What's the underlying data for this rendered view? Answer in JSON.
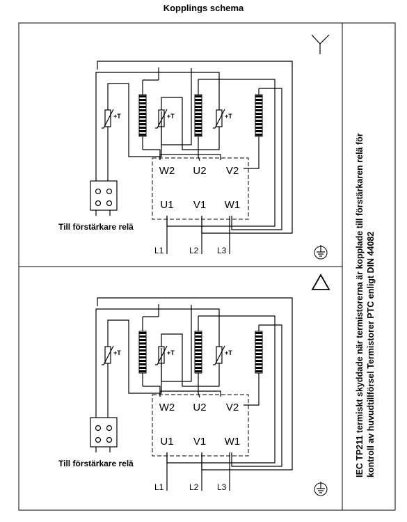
{
  "title": "Kopplings schema",
  "sections": [
    {
      "connection_symbol": "star-wye-icon",
      "relay_label": "Till förstärkare relä",
      "terminals_top": [
        "W2",
        "U2",
        "V2"
      ],
      "terminals_bottom": [
        "U1",
        "V1",
        "W1"
      ],
      "lines": [
        "L1",
        "L2",
        "L3"
      ],
      "thermistor_label": "+T"
    },
    {
      "connection_symbol": "delta-triangle-icon",
      "relay_label": "Till förstärkare relä",
      "terminals_top": [
        "W2",
        "U2",
        "V2"
      ],
      "terminals_bottom": [
        "U1",
        "V1",
        "W1"
      ],
      "lines": [
        "L1",
        "L2",
        "L3"
      ],
      "thermistor_label": "+T"
    }
  ],
  "side_text": {
    "line1": "IEC TP211 termiskt skyddade när termistorerna är kopplade till förstärkaren relä för",
    "line2": "kontroll av  huvudtillförsel Termistorer PTC enligt DIN 44082"
  }
}
